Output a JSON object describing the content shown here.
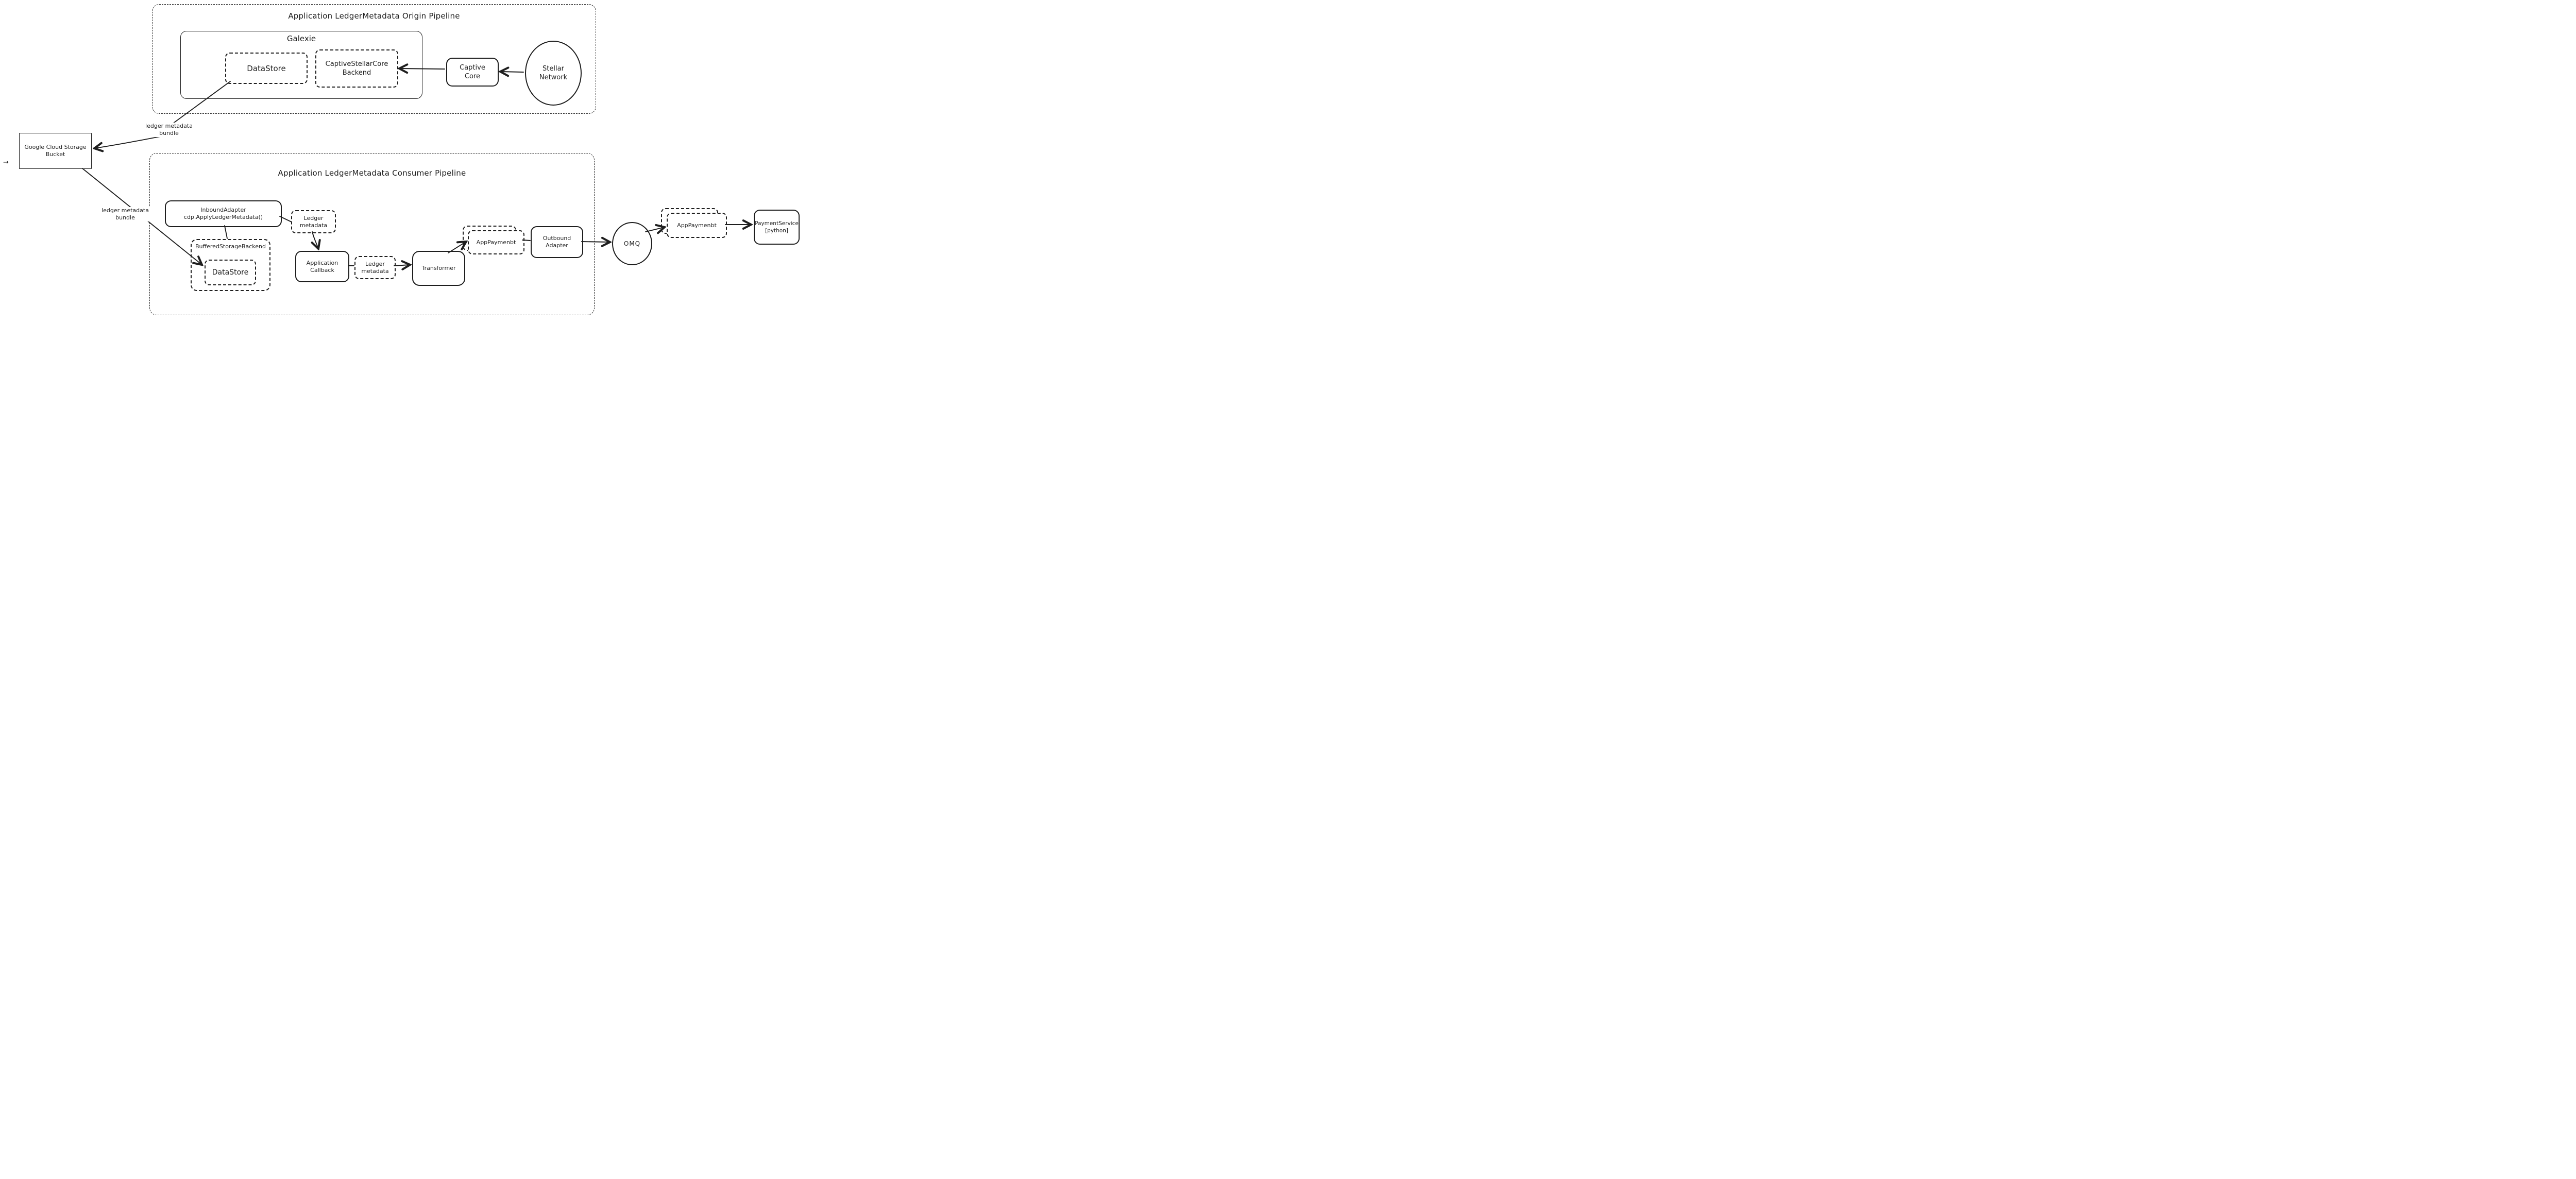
{
  "colors": {
    "stroke": "#1e1e1e",
    "background": "#ffffff"
  },
  "origin": {
    "title": "Application LedgerMetadata Origin Pipeline",
    "galexie_label": "Galexie",
    "datastore": "DataStore",
    "captive_backend": {
      "line1": "CaptiveStellarCore",
      "line2": "Backend"
    },
    "captive_core": {
      "line1": "Captive",
      "line2": "Core"
    },
    "stellar": {
      "line1": "Stellar",
      "line2": "Network"
    }
  },
  "gcs": {
    "line1": "Google Cloud Storage",
    "line2": "Bucket"
  },
  "labels": {
    "bundle_top": {
      "line1": "ledger metadata",
      "line2": "bundle"
    },
    "bundle_bottom": {
      "line1": "ledger metadata",
      "line2": "bundle"
    },
    "tiny_arrow": "→"
  },
  "consumer": {
    "title": "Application LedgerMetadata Consumer Pipeline",
    "inbound": {
      "line1": "InboundAdapter",
      "line2": "cdp.ApplyLedgerMetadata()"
    },
    "ledger1": {
      "line1": "Ledger",
      "line2": "metadata"
    },
    "buffered": {
      "label": "BufferedStorageBackend",
      "datastore": "DataStore"
    },
    "callback": {
      "line1": "Application",
      "line2": "Callback"
    },
    "ledger2": {
      "line1": "Ledger",
      "line2": "metadata"
    },
    "transformer": "Transformer",
    "app_payment": "AppPaymenbt",
    "outbound": {
      "line1": "Outbound",
      "line2": "Adapter"
    }
  },
  "external": {
    "omq": "OMQ",
    "app_payment": "AppPaymenbt",
    "payment_service": {
      "line1": "PaymentService",
      "line2": "[python]"
    }
  }
}
